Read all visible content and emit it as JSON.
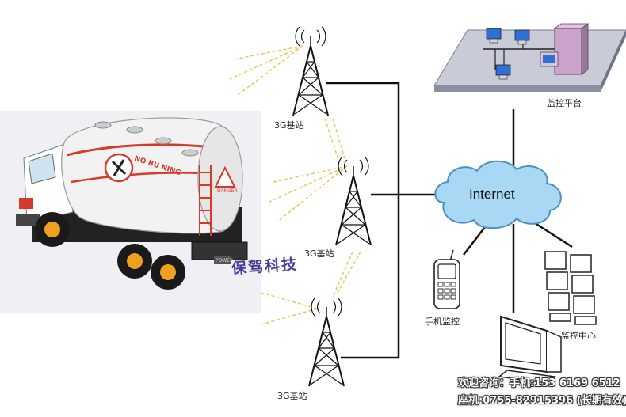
{
  "nodes": {
    "tower_top": {
      "label": "3G基站"
    },
    "tower_mid": {
      "label": "3G基站"
    },
    "tower_bottom": {
      "label": "3G基站"
    },
    "cloud": {
      "label": "Internet"
    },
    "platform": {
      "label": "监控平台"
    },
    "phone": {
      "label": "手机监控"
    },
    "center": {
      "label": "监控中心"
    }
  },
  "truck": {
    "tank_text": "NO BU NING",
    "warning_text": "DANGER",
    "bumper_text": "POWER"
  },
  "watermark": "保驾科技",
  "footer": {
    "line1": "欢迎咨询：手机:153 6169 6512",
    "line2": "座机:0755-82915396 (长期有效)"
  },
  "colors": {
    "link": "#111111",
    "signal": "#e8c54a",
    "cloud_fill": "#a9d8f5",
    "cloud_stroke": "#4a90c8",
    "tank": "#f2f2f2",
    "tank_stripe": "#d63a2a"
  }
}
